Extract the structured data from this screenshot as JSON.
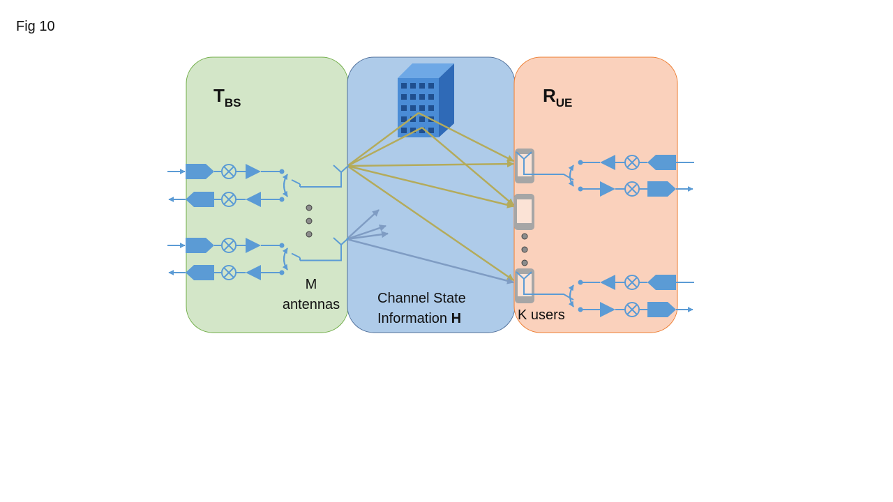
{
  "figure": {
    "label": "Fig 10"
  },
  "panels": {
    "transmitter": {
      "name_main": "T",
      "name_sub": "BS",
      "antennas_line1": "M",
      "antennas_line2": "antennas",
      "fill": "#d3e6c8",
      "stroke": "#70ad47"
    },
    "channel": {
      "line1": "Channel State",
      "line2_prefix": "Information ",
      "line2_symbol": "H",
      "fill": "#aecbe9",
      "stroke": "#4f6f9a"
    },
    "receiver": {
      "name_main": "R",
      "name_sub": "UE",
      "users_label": "K users",
      "fill": "#fad1bc",
      "stroke": "#ed7d31"
    }
  },
  "colors": {
    "component": "#5b9bd5",
    "path_reflected": "#b4ab5b",
    "path_scattered": "#7f9cc3",
    "phone": "#a6a6a6",
    "ellipsis_dot": "#8c8c8c",
    "building_front": "#4a8cd6",
    "building_side": "#2f6ab7",
    "building_top": "#6ea8e6",
    "window": "#1f4f8f"
  },
  "icons": [
    "building-icon",
    "antenna-icon",
    "phone-icon",
    "mixer-icon",
    "amplifier-icon",
    "converter-icon",
    "switch-icon"
  ]
}
